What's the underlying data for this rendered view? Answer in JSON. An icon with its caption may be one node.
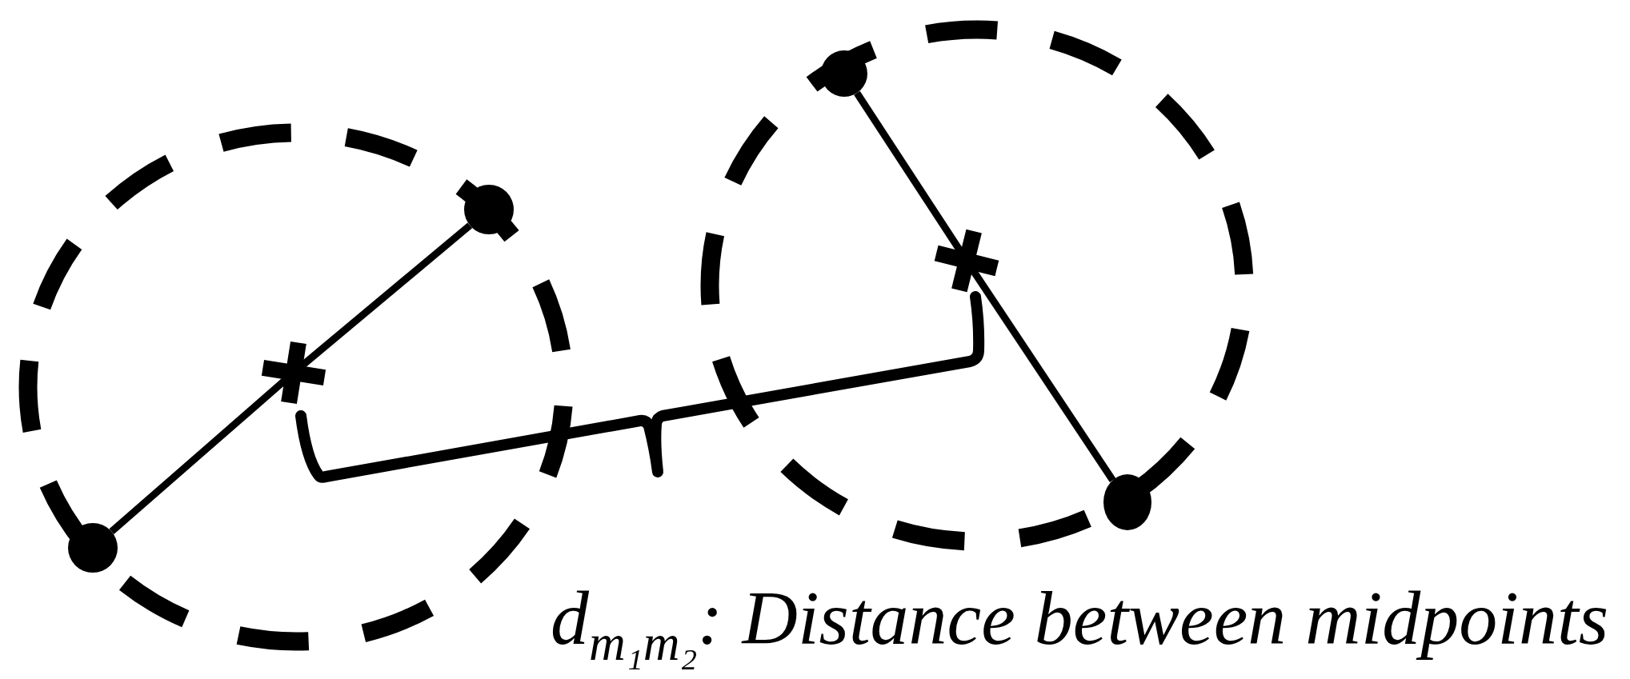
{
  "diagram": {
    "nodes": [
      {
        "text": [],
        "shape": "dot"
      },
      {
        "text": [],
        "shape": "cross"
      },
      {
        "text": [],
        "shape": "dot"
      },
      {
        "text": [],
        "shape": "dot"
      },
      {
        "text": [],
        "shape": "cross"
      },
      {
        "text": [],
        "shape": "dot"
      }
    ],
    "edges": [
      {
        "from": 0,
        "to": 1,
        "arrow": "none"
      },
      {
        "from": 1,
        "to": 2,
        "arrow": "none"
      },
      {
        "from": 3,
        "to": 4,
        "arrow": "none"
      },
      {
        "from": 4,
        "to": 5,
        "arrow": "none"
      }
    ],
    "labels": [
      "d$_{m₁m₂}$: Distance between midpoints"
    ]
  }
}
